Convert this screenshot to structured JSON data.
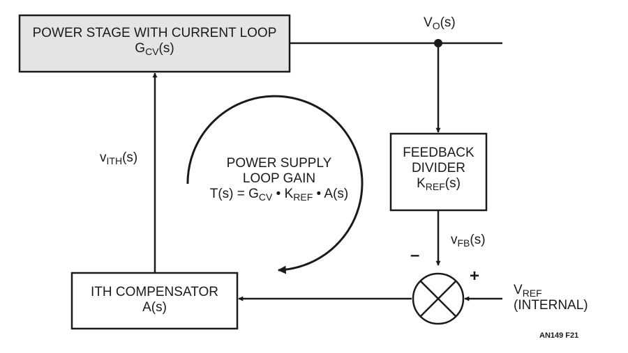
{
  "colors": {
    "line": "#1a1a1a",
    "shaded_block": "#e4e4e4"
  },
  "power_stage": {
    "title": "POWER STAGE WITH CURRENT LOOP",
    "tf_main": "G",
    "tf_sub": "CV",
    "tf_arg": "(s)"
  },
  "output": {
    "main": "V",
    "sub": "O",
    "arg": "(s)"
  },
  "feedback_divider": {
    "line1": "FEEDBACK",
    "line2": "DIVIDER",
    "tf_main": "K",
    "tf_sub": "REF",
    "tf_arg": "(s)"
  },
  "feedback_signal": {
    "main": "v",
    "sub": "FB",
    "arg": "(s)"
  },
  "summing_junction": {
    "minus": "–",
    "plus": "+"
  },
  "reference": {
    "main": "V",
    "sub": "REF",
    "line2": "(INTERNAL)"
  },
  "compensator": {
    "title": "ITH COMPENSATOR",
    "tf": "A(s)"
  },
  "ith_signal": {
    "main": "v",
    "sub": "ITH",
    "arg": "(s)"
  },
  "loop_gain": {
    "line1": "POWER SUPPLY",
    "line2": "LOOP GAIN",
    "eq_a": "T(s) = G",
    "eq_a_sub": "CV",
    "eq_b": " • K",
    "eq_b_sub": "REF",
    "eq_c": " • A(s)"
  },
  "figure_id": "AN149 F21"
}
